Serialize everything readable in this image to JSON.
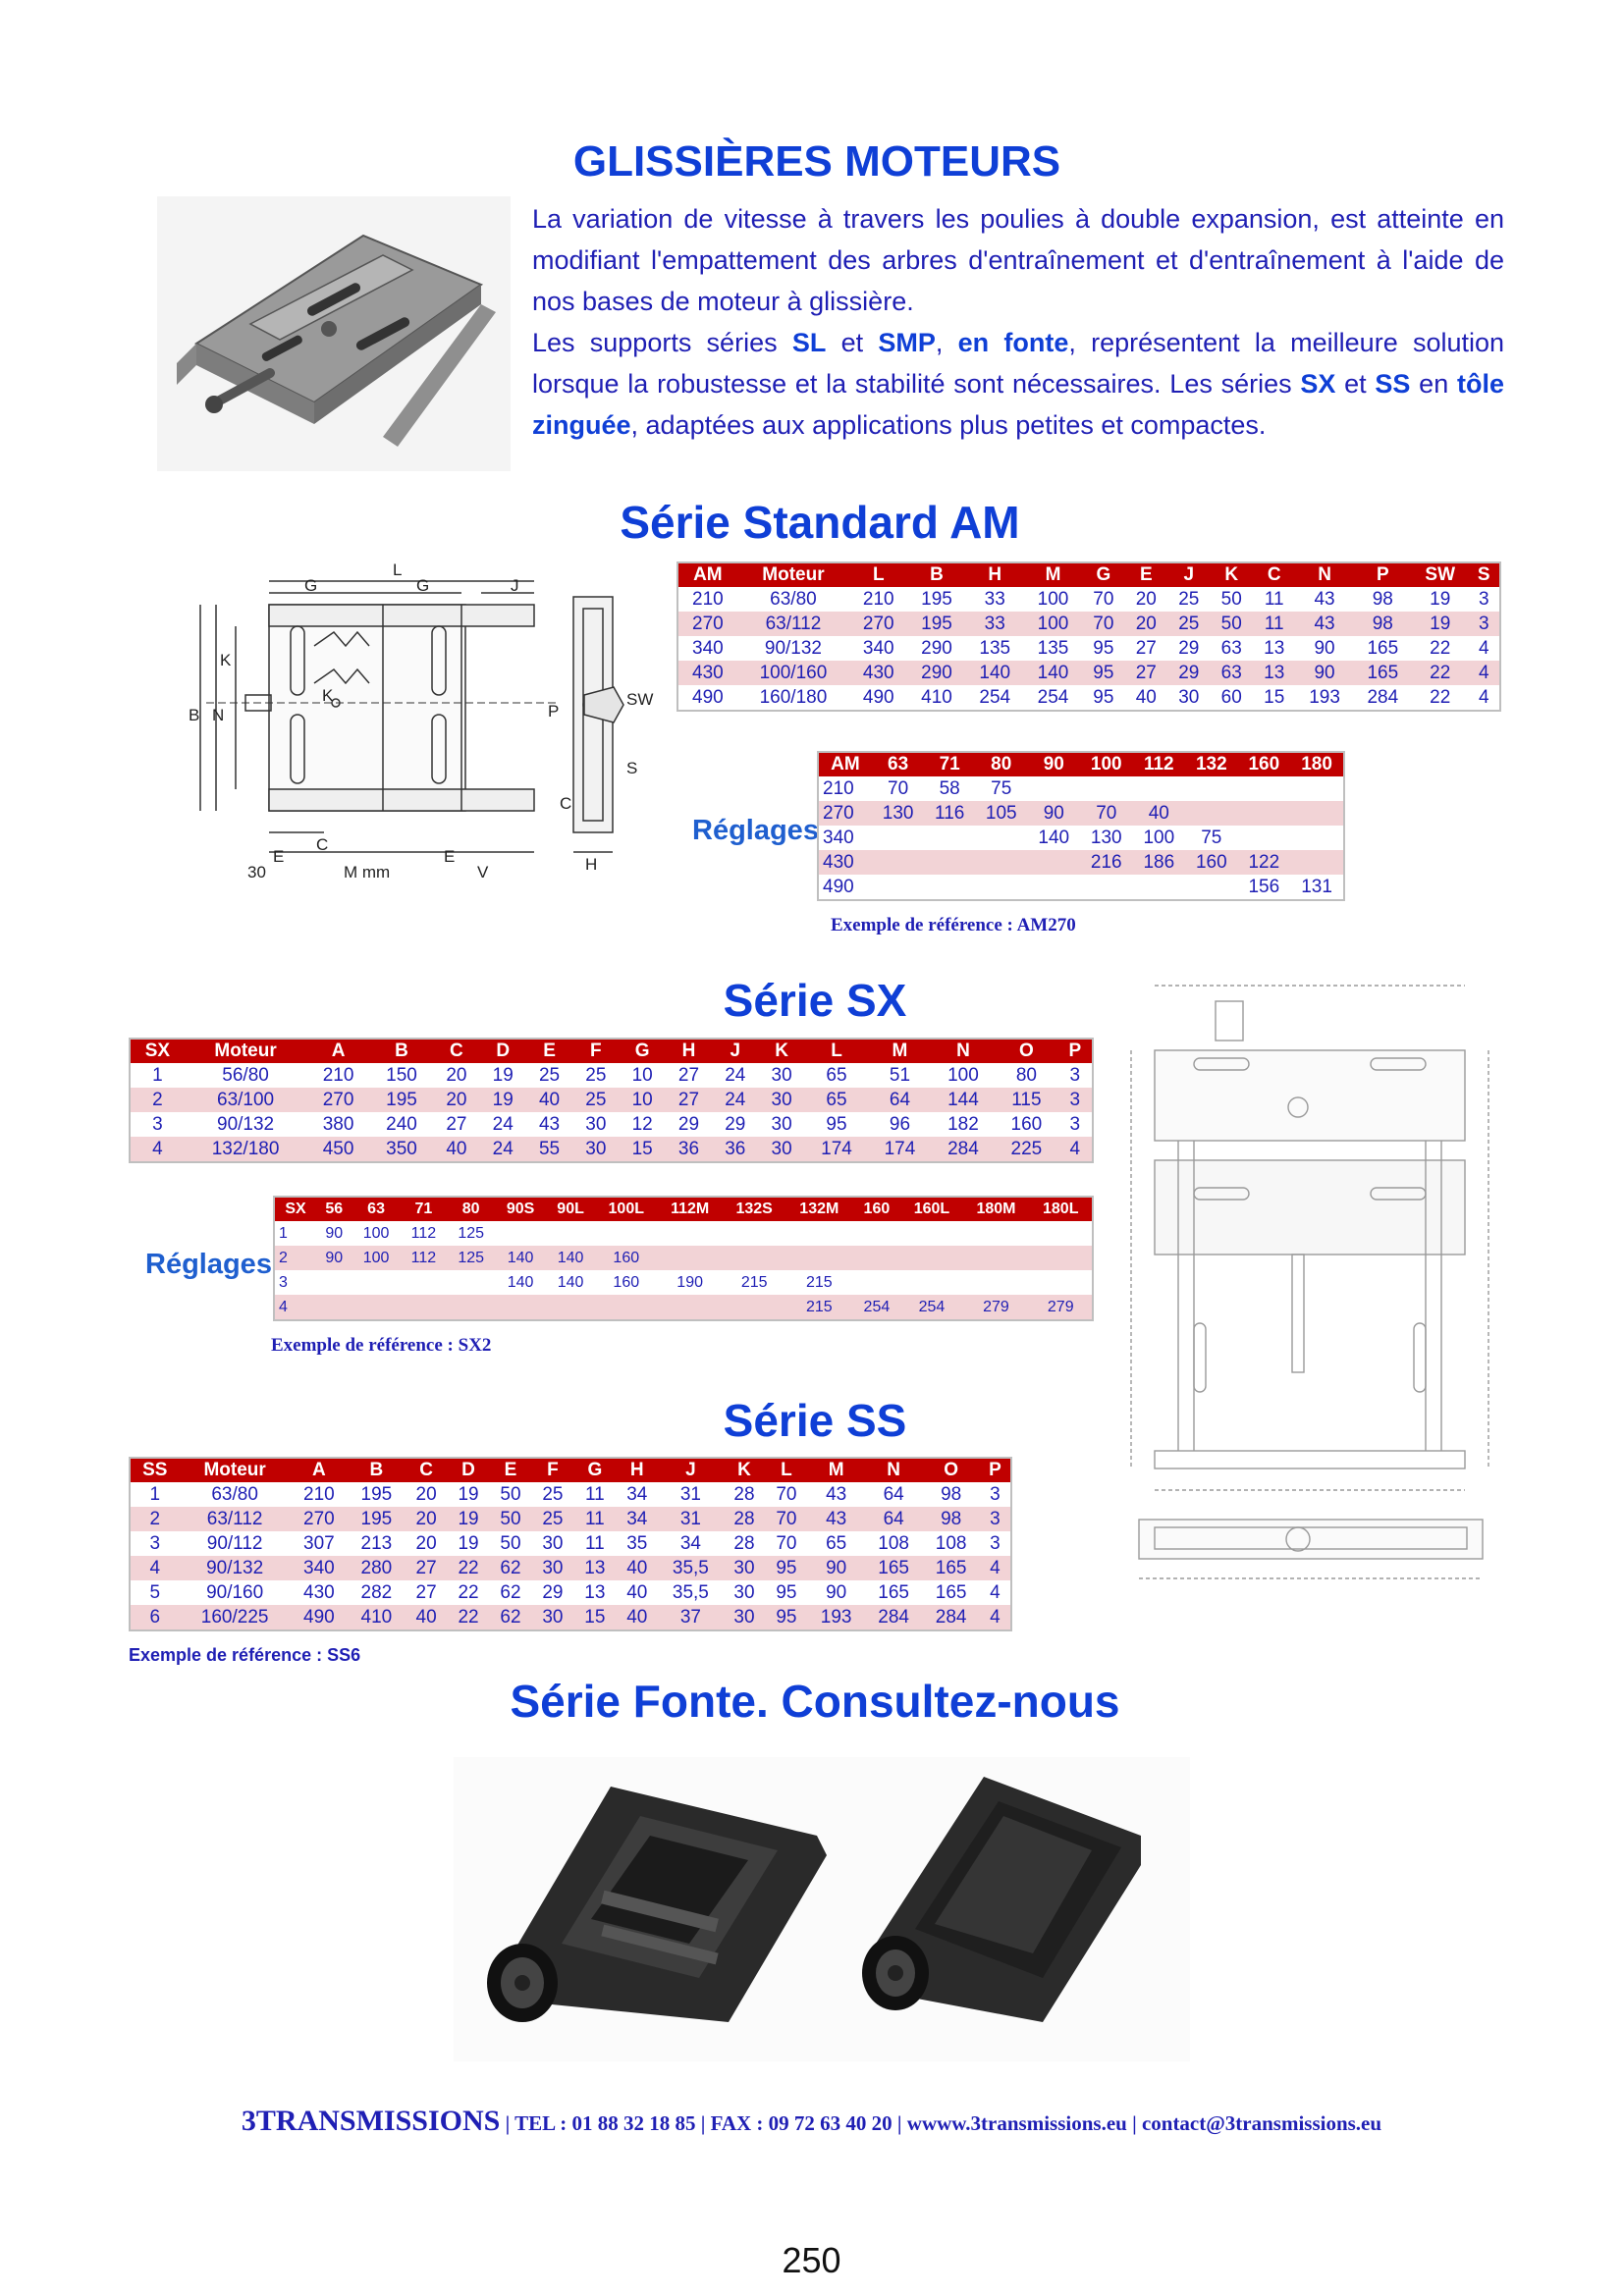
{
  "page_title": "GLISSIÈRES MOTEURS",
  "intro": {
    "p1": "La variation de vitesse à travers les poulies à double expansion, est atteinte en modifiant l'empattement des arbres d'entraînement et d'entraînement à l'aide de nos bases de moteur à glissière.",
    "p2_a": "Les supports séries ",
    "p2_sl": "SL",
    "p2_b": " et ",
    "p2_smp": "SMP",
    "p2_c": ", ",
    "p2_fonte": "en fonte",
    "p2_d": ", représentent la meilleure solution lorsque la robustesse et la stabilité sont nécessaires. Les séries ",
    "p2_sx": "SX",
    "p2_e": " et ",
    "p2_ss": "SS",
    "p2_f": " en ",
    "p2_tole": "tôle zinguée",
    "p2_g": ", adaptées aux applications plus petites et compactes."
  },
  "am": {
    "title": "Série Standard AM",
    "headers": [
      "AM",
      "Moteur",
      "L",
      "B",
      "H",
      "M",
      "G",
      "E",
      "J",
      "K",
      "C",
      "N",
      "P",
      "SW",
      "S"
    ],
    "rows": [
      [
        "210",
        "63/80",
        "210",
        "195",
        "33",
        "100",
        "70",
        "20",
        "25",
        "50",
        "11",
        "43",
        "98",
        "19",
        "3"
      ],
      [
        "270",
        "63/112",
        "270",
        "195",
        "33",
        "100",
        "70",
        "20",
        "25",
        "50",
        "11",
        "43",
        "98",
        "19",
        "3"
      ],
      [
        "340",
        "90/132",
        "340",
        "290",
        "135",
        "135",
        "95",
        "27",
        "29",
        "63",
        "13",
        "90",
        "165",
        "22",
        "4"
      ],
      [
        "430",
        "100/160",
        "430",
        "290",
        "140",
        "140",
        "95",
        "27",
        "29",
        "63",
        "13",
        "90",
        "165",
        "22",
        "4"
      ],
      [
        "490",
        "160/180",
        "490",
        "410",
        "254",
        "254",
        "95",
        "40",
        "30",
        "60",
        "15",
        "193",
        "284",
        "22",
        "4"
      ]
    ],
    "reglages_label": "Réglages",
    "reg_headers": [
      "AM",
      "63",
      "71",
      "80",
      "90",
      "100",
      "112",
      "132",
      "160",
      "180"
    ],
    "reg_rows": [
      [
        "210",
        "70",
        "58",
        "75",
        "",
        "",
        "",
        "",
        "",
        ""
      ],
      [
        "270",
        "130",
        "116",
        "105",
        "90",
        "70",
        "40",
        "",
        "",
        ""
      ],
      [
        "340",
        "",
        "",
        "",
        "140",
        "130",
        "100",
        "75",
        "",
        ""
      ],
      [
        "430",
        "",
        "",
        "",
        "",
        "216",
        "186",
        "160",
        "122",
        ""
      ],
      [
        "490",
        "",
        "",
        "",
        "",
        "",
        "",
        "",
        "156",
        "131"
      ]
    ],
    "reference": "Exemple de référence : AM270",
    "diagram_labels": {
      "L": "L",
      "G": "G",
      "J": "J",
      "K": "K",
      "B": "B",
      "N": "N",
      "P": "P",
      "SW": "SW",
      "S": "S",
      "C": "C",
      "H": "H",
      "E": "E",
      "V": "V",
      "M": "M mm",
      "thirty": "30"
    }
  },
  "sx": {
    "title": "Série SX",
    "headers": [
      "SX",
      "Moteur",
      "A",
      "B",
      "C",
      "D",
      "E",
      "F",
      "G",
      "H",
      "J",
      "K",
      "L",
      "M",
      "N",
      "O",
      "P"
    ],
    "rows": [
      [
        "1",
        "56/80",
        "210",
        "150",
        "20",
        "19",
        "25",
        "25",
        "10",
        "27",
        "24",
        "30",
        "65",
        "51",
        "100",
        "80",
        "3"
      ],
      [
        "2",
        "63/100",
        "270",
        "195",
        "20",
        "19",
        "40",
        "25",
        "10",
        "27",
        "24",
        "30",
        "65",
        "64",
        "144",
        "115",
        "3"
      ],
      [
        "3",
        "90/132",
        "380",
        "240",
        "27",
        "24",
        "43",
        "30",
        "12",
        "29",
        "29",
        "30",
        "95",
        "96",
        "182",
        "160",
        "3"
      ],
      [
        "4",
        "132/180",
        "450",
        "350",
        "40",
        "24",
        "55",
        "30",
        "15",
        "36",
        "36",
        "30",
        "174",
        "174",
        "284",
        "225",
        "4"
      ]
    ],
    "reglages_label": "Réglages",
    "reg_headers": [
      "SX",
      "56",
      "63",
      "71",
      "80",
      "90S",
      "90L",
      "100L",
      "112M",
      "132S",
      "132M",
      "160",
      "160L",
      "180M",
      "180L"
    ],
    "reg_rows": [
      [
        "1",
        "90",
        "100",
        "112",
        "125",
        "",
        "",
        "",
        "",
        "",
        "",
        "",
        "",
        "",
        ""
      ],
      [
        "2",
        "90",
        "100",
        "112",
        "125",
        "140",
        "140",
        "160",
        "",
        "",
        "",
        "",
        "",
        "",
        ""
      ],
      [
        "3",
        "",
        "",
        "",
        "",
        "140",
        "140",
        "160",
        "190",
        "215",
        "215",
        "",
        "",
        "",
        ""
      ],
      [
        "4",
        "",
        "",
        "",
        "",
        "",
        "",
        "",
        "",
        "",
        "215",
        "254",
        "254",
        "279",
        "279"
      ]
    ],
    "reference": "Exemple de référence : SX2"
  },
  "ss": {
    "title": "Série SS",
    "headers": [
      "SS",
      "Moteur",
      "A",
      "B",
      "C",
      "D",
      "E",
      "F",
      "G",
      "H",
      "J",
      "K",
      "L",
      "M",
      "N",
      "O",
      "P"
    ],
    "rows": [
      [
        "1",
        "63/80",
        "210",
        "195",
        "20",
        "19",
        "50",
        "25",
        "11",
        "34",
        "31",
        "28",
        "70",
        "43",
        "64",
        "98",
        "3"
      ],
      [
        "2",
        "63/112",
        "270",
        "195",
        "20",
        "19",
        "50",
        "25",
        "11",
        "34",
        "31",
        "28",
        "70",
        "43",
        "64",
        "98",
        "3"
      ],
      [
        "3",
        "90/112",
        "307",
        "213",
        "20",
        "19",
        "50",
        "30",
        "11",
        "35",
        "34",
        "28",
        "70",
        "65",
        "108",
        "108",
        "3"
      ],
      [
        "4",
        "90/132",
        "340",
        "280",
        "27",
        "22",
        "62",
        "30",
        "13",
        "40",
        "35,5",
        "30",
        "95",
        "90",
        "165",
        "165",
        "4"
      ],
      [
        "5",
        "90/160",
        "430",
        "282",
        "27",
        "22",
        "62",
        "29",
        "13",
        "40",
        "35,5",
        "30",
        "95",
        "90",
        "165",
        "165",
        "4"
      ],
      [
        "6",
        "160/225",
        "490",
        "410",
        "40",
        "22",
        "62",
        "30",
        "15",
        "40",
        "37",
        "30",
        "95",
        "193",
        "284",
        "284",
        "4"
      ]
    ],
    "reference": "Exemple de référence : SS6"
  },
  "fonte": {
    "title": "Série Fonte. Consultez-nous"
  },
  "footer": {
    "brand": "3TRANSMISSIONS",
    "contact": " | TEL : 01 88 32 18 85 | FAX : 09 72 63 40 20 | wwww.3transmissions.eu | contact@3transmissions.eu"
  },
  "page_number": "250",
  "colors": {
    "title_blue": "#0f3fd6",
    "text_blue": "#1f1fb4",
    "header_red": "#c00000",
    "row_pink": "#f2d3d6"
  }
}
